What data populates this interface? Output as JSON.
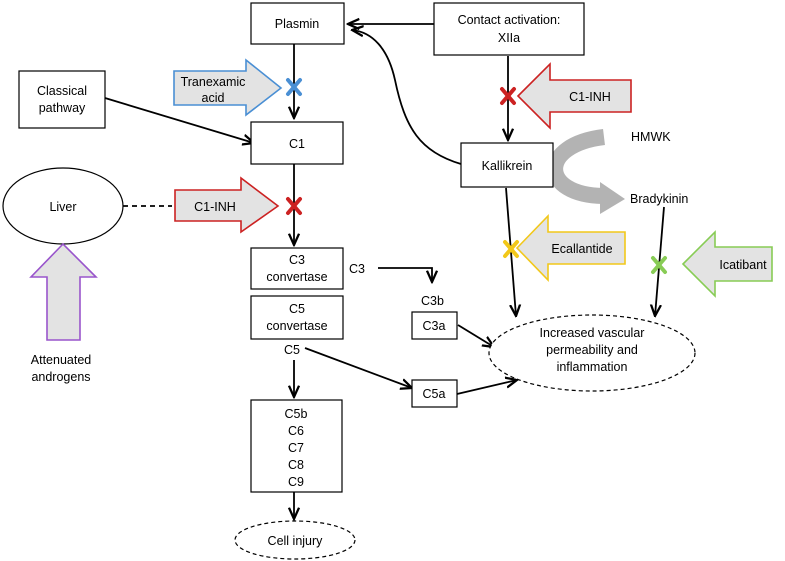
{
  "nodes": {
    "plasmin": "Plasmin",
    "contact_1": "Contact activation:",
    "contact_2": "XIIa",
    "classical_1": "Classical",
    "classical_2": "pathway",
    "c1": "C1",
    "kallikrein": "Kallikrein",
    "hmwk": "HMWK",
    "bradykinin": "Bradykinin",
    "liver": "Liver",
    "c3conv_1": "C3",
    "c3conv_2": "convertase",
    "c3": "C3",
    "c3b": "C3b",
    "c3a": "C3a",
    "c5conv_1": "C5",
    "c5conv_2": "convertase",
    "c5": "C5",
    "c5a": "C5a",
    "mac_lines": [
      "C5b",
      "C6",
      "C7",
      "C8",
      "C9"
    ],
    "cell_injury": "Cell injury",
    "permeability_1": "Increased vascular",
    "permeability_2": "permeability  and",
    "permeability_3": "inflammation",
    "androgens_1": "Attenuated",
    "androgens_2": "androgens"
  },
  "inhibitors": {
    "tranexamic_1": "Tranexamic",
    "tranexamic_2": "acid",
    "c1inh_top": "C1-INH",
    "c1inh_left": "C1-INH",
    "ecallantide": "Ecallantide",
    "icatibant": "Icatibant"
  },
  "colors": {
    "tranexamic": "#4a8fd4",
    "c1inh": "#cc2222",
    "ecallantide": "#f2c81a",
    "icatibant": "#88cc55",
    "androgens": "#9955cc",
    "arrow_fill": "#e3e3e3",
    "curve_arrow": "#b3b3b3"
  }
}
